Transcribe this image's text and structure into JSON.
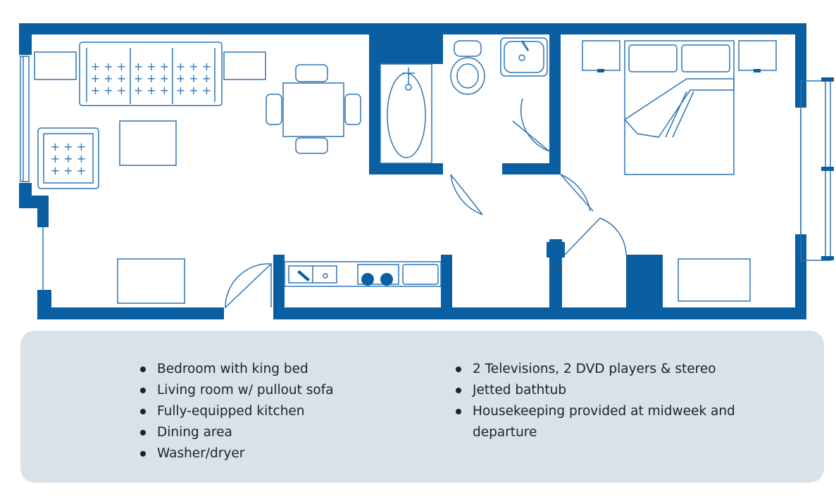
{
  "colors": {
    "wall": "#0a5fa3",
    "line": "#2d74b2",
    "panel": "#d9e1e9",
    "text": "#222222"
  },
  "amenities": {
    "left": [
      "Bedroom with king bed",
      "Living room w/ pullout sofa",
      "Fully-equipped kitchen",
      "Dining area",
      "Washer/dryer"
    ],
    "right": [
      "2 Televisions, 2 DVD players & stereo",
      "Jetted bathtub",
      "Housekeeping provided at midweek and departure"
    ]
  }
}
